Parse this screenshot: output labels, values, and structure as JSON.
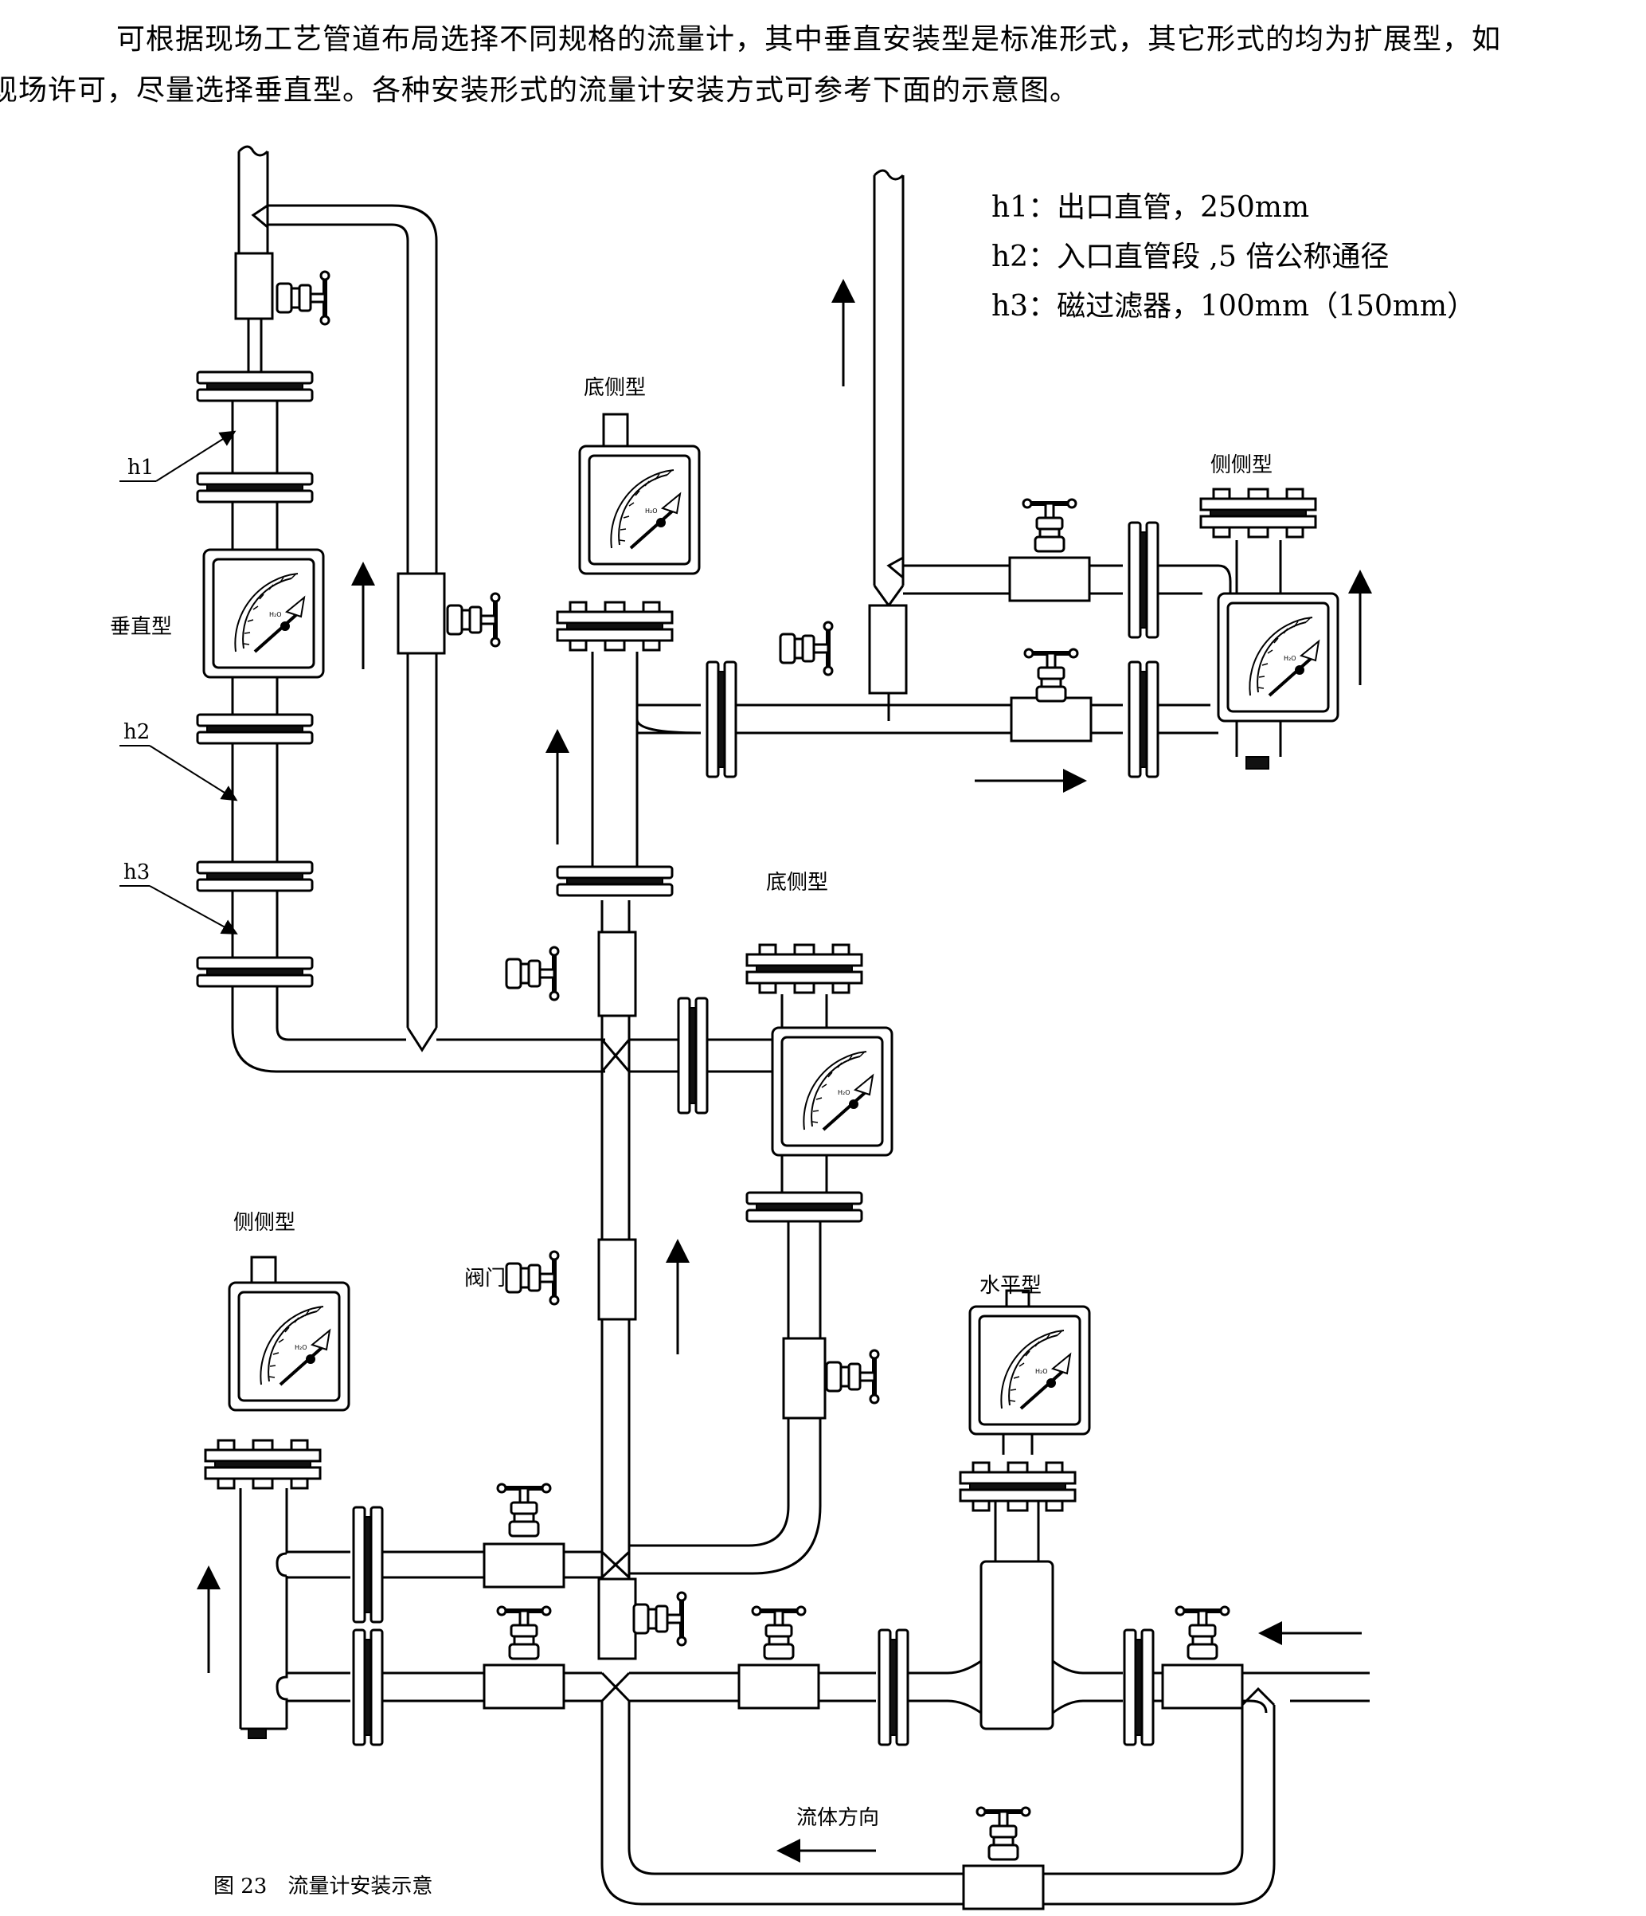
{
  "intro": {
    "line1": "可根据现场工艺管道布局选择不同规格的流量计，其中垂直安装型是标准形式，其它形式的均为扩展型，如",
    "line2": "现场许可，尽量选择垂直型。各种安装形式的流量计安装方式可参考下面的示意图。"
  },
  "legend": {
    "h1": "h1：出口直管，250mm",
    "h2": "h2：入口直管段 ,5 倍公称通径",
    "h3": "h3：磁过滤器，100mm（150mm）"
  },
  "labels": {
    "vertical": "垂直型",
    "h1": "h1",
    "h2": "h2",
    "h3": "h3",
    "bottom_side_1": "底侧型",
    "side_side_1": "侧侧型",
    "bottom_side_2": "底侧型",
    "side_side_2": "侧侧型",
    "valve": "阀门",
    "horizontal": "水平型",
    "flow_direction": "流体方向"
  },
  "meter_face_text": "H₂O",
  "caption": "图 23　流量计安装示意"
}
